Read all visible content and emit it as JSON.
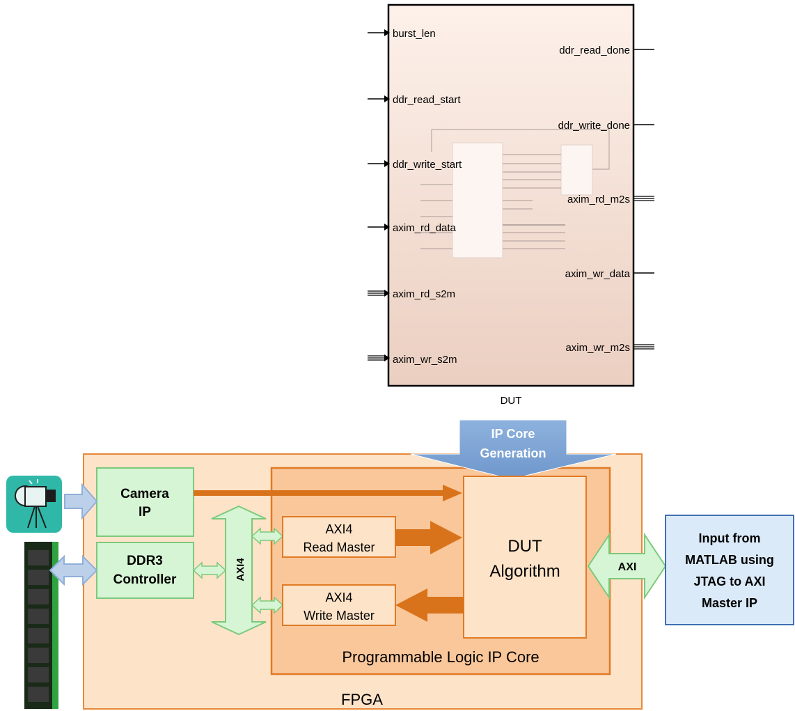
{
  "dut_block": {
    "name": "DUT",
    "inputs": [
      "burst_len",
      "ddr_read_start",
      "ddr_write_start",
      "axim_rd_data",
      "axim_rd_s2m",
      "axim_wr_s2m"
    ],
    "outputs": [
      "ddr_read_done",
      "ddr_write_done",
      "axim_rd_m2s",
      "axim_wr_data",
      "axim_wr_m2s"
    ]
  },
  "architecture": {
    "fpga_label": "FPGA",
    "ip_core_label": "Programmable Logic IP Core",
    "generation_line1": "IP Core",
    "generation_line2": "Generation",
    "camera_line1": "Camera",
    "camera_line2": "IP",
    "ddr_line1": "DDR3",
    "ddr_line2": "Controller",
    "axi4_bus": "AXI4",
    "read_master_line1": "AXI4",
    "read_master_line2": "Read Master",
    "write_master_line1": "AXI4",
    "write_master_line2": "Write Master",
    "dut_line1": "DUT",
    "dut_line2": "Algorithm",
    "axi_label": "AXI",
    "matlab_line1": "Input from",
    "matlab_line2": "MATLAB using",
    "matlab_line3": "JTAG to AXI",
    "matlab_line4": "Master IP"
  },
  "colors": {
    "dut_top": "#fdeee6",
    "dut_bottom": "#ecd0c2",
    "fpga_fill": "#fde3c8",
    "fpga_border": "#e8883a",
    "ipcore_fill": "#f9c79a",
    "green_fill": "#d6f5d4",
    "green_border": "#7cc97c",
    "orange_arrow": "#d9731b",
    "blue_arrow": "#8fb0d8",
    "matlab_fill": "#dbeaf9",
    "matlab_border": "#3f6fb0"
  },
  "icons": [
    "camera-icon",
    "memory-module-icon"
  ]
}
